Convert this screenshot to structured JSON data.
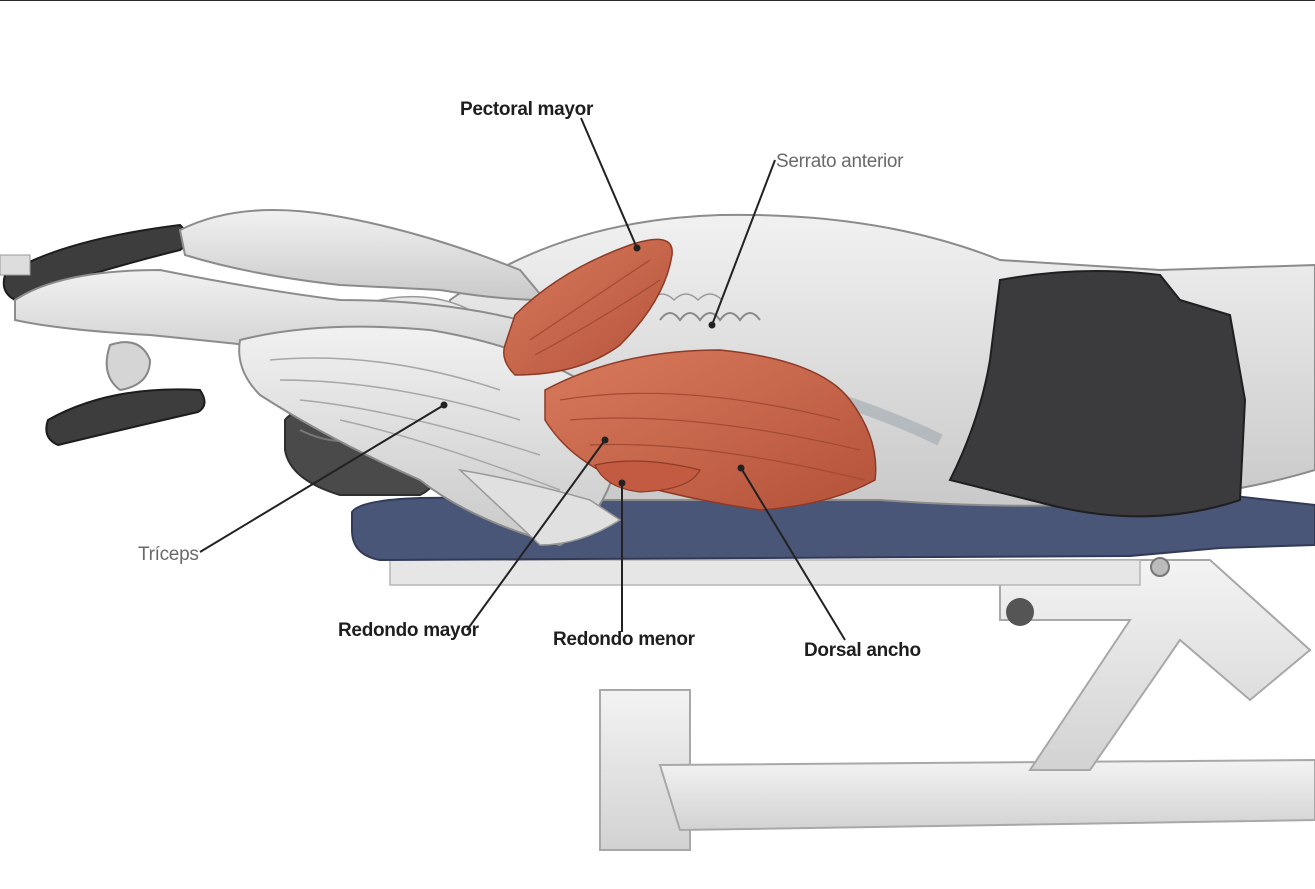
{
  "labels": {
    "pectoral_mayor": "Pectoral mayor",
    "serrato_anterior": "Serrato anterior",
    "triceps": "Tríceps",
    "redondo_mayor": "Redondo mayor",
    "redondo_menor": "Redondo menor",
    "dorsal_ancho": "Dorsal ancho"
  },
  "colors": {
    "highlighted_muscle": "#c8654a",
    "bench_pad": "#4a5678",
    "shorts": "#3b3b3d",
    "skin_pencil": "#d9d9d9",
    "leader_line": "#222222"
  },
  "icons": {
    "weight_plate": "dumbbell-plate-icon"
  }
}
